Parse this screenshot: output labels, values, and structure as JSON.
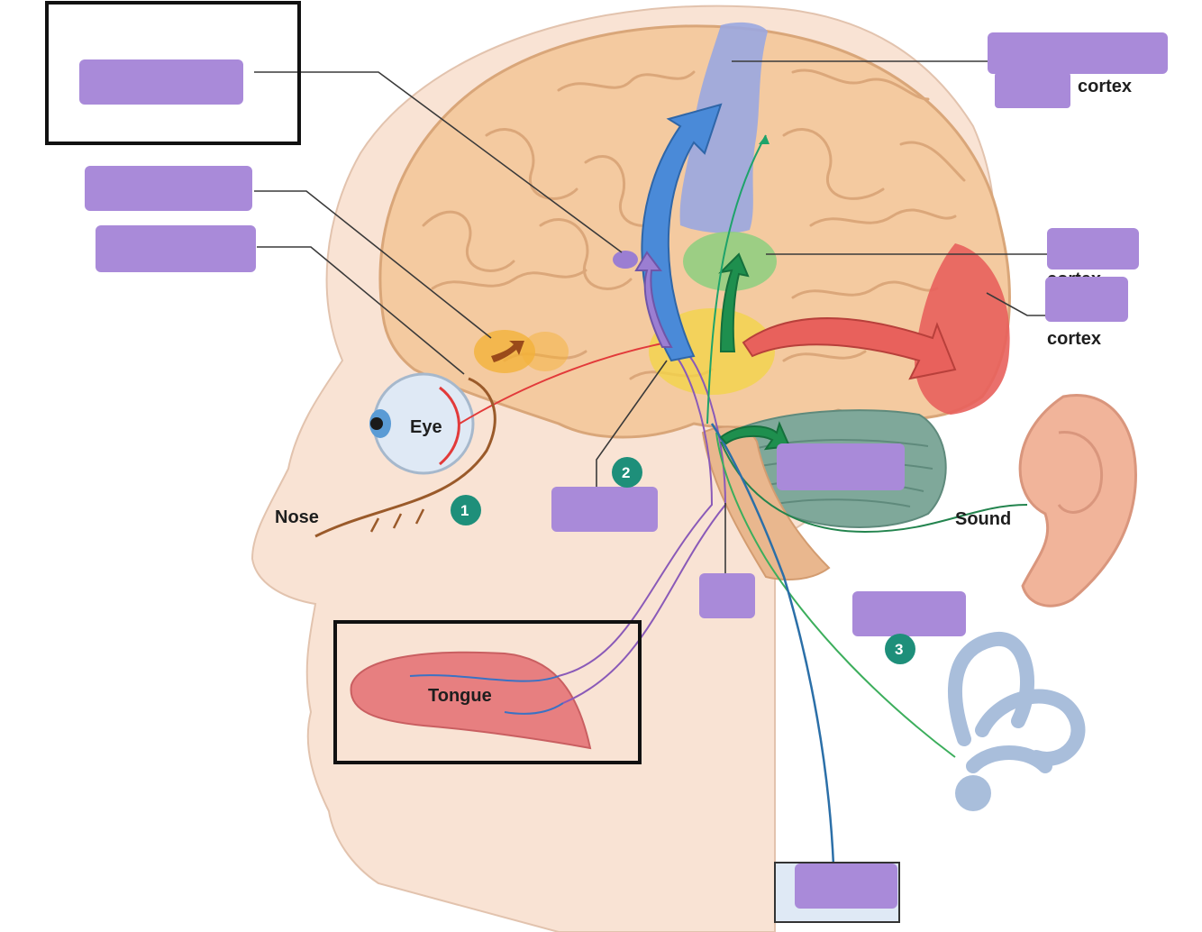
{
  "colors": {
    "mask": "#a98ad9",
    "brain": "#f4caa0",
    "somatosensory": "#9aa7e0",
    "parietal_assoc": "#8ccf7f",
    "visual": "#e8615c",
    "thalamus": "#f3d34a",
    "cerebellum": "#7fa89a",
    "badge": "#1e8f7a",
    "skin": "#f9e3d4",
    "tongue": "#e77f80",
    "inner_ear": "#a9bedb"
  },
  "labels": {
    "cortex_top": "cortex",
    "cortex_mid": "cortex",
    "cortex_low": "cortex",
    "eye": "Eye",
    "nose": "Nose",
    "tongue": "Tongue",
    "sound": "Sound"
  },
  "badges": [
    "1",
    "2",
    "3"
  ]
}
